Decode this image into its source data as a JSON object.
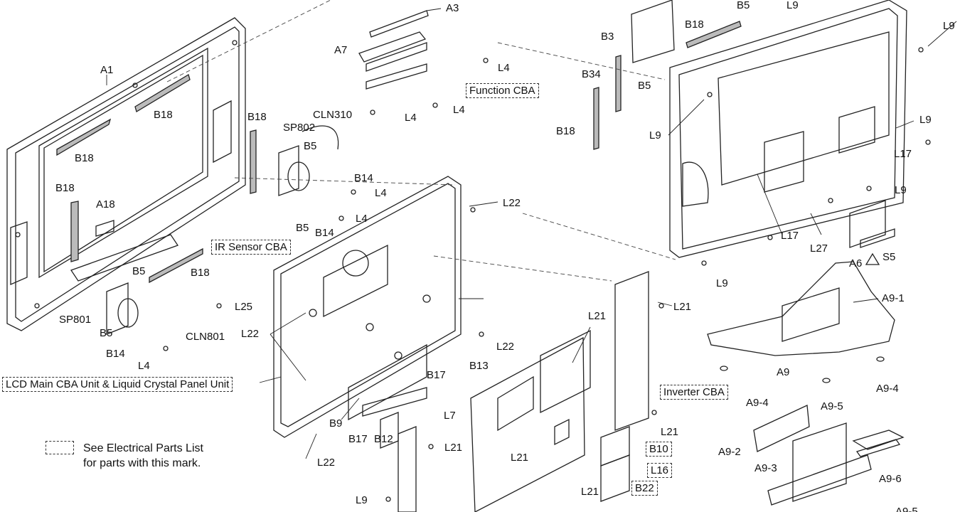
{
  "diagram": {
    "boxed_labels": {
      "function_cba": "Function CBA",
      "ir_sensor_cba": "IR Sensor CBA",
      "lcd_main": "LCD Main CBA Unit & Liquid Crystal Panel Unit",
      "inverter_cba": "Inverter CBA",
      "b10": "B10",
      "l16": "L16",
      "b22": "B22"
    },
    "legend": {
      "line1": "See Electrical Parts List",
      "line2": "for parts with this mark."
    },
    "labels": {
      "a1": "A1",
      "a3": "A3",
      "a7": "A7",
      "a18": "A18",
      "b18_1": "B18",
      "b18_2": "B18",
      "b18_3": "B18",
      "b18_4": "B18",
      "b18_5": "B18",
      "b18_6": "B18",
      "sp802": "SP802",
      "cln310": "CLN310",
      "b5_1": "B5",
      "b5_2": "B5",
      "b5_3": "B5",
      "b5_4": "B5",
      "b5_5": "B5",
      "b14_1": "B14",
      "b14_2": "B14",
      "b14_3": "B14",
      "l4_1": "L4",
      "l4_2": "L4",
      "l4_3": "L4",
      "l4_4": "L4",
      "l4_5": "L4",
      "l4_6": "L4",
      "sp801": "SP801",
      "cln801": "CLN801",
      "l25": "L25",
      "l22_1": "L22",
      "l22_2": "L22",
      "l22_3": "L22",
      "l22_4": "L22",
      "b9": "B9",
      "b17_1": "B17",
      "b17_2": "B17",
      "b12": "B12",
      "l7": "L7",
      "l21_1": "L21",
      "l21_2": "L21",
      "l21_3": "L21",
      "l21_4": "L21",
      "l21_5": "L21",
      "l21_6": "L21",
      "b13": "B13",
      "l9_1": "L9",
      "l9_2": "L9",
      "l9_3": "L9",
      "l9_4": "L9",
      "l9_5": "L9",
      "l9_6": "L9",
      "l9_7": "L9",
      "b3": "B3",
      "b34": "B34",
      "l17_1": "L17",
      "l17_2": "L17",
      "l27": "L27",
      "a6": "A6",
      "s5": "S5",
      "a9_1": "A9-1",
      "a9": "A9",
      "a9_4a": "A9-4",
      "a9_4b": "A9-4",
      "a9_5a": "A9-5",
      "a9_5b": "A9-5",
      "a9_2": "A9-2",
      "a9_3": "A9-3",
      "a9_6": "A9-6"
    }
  }
}
